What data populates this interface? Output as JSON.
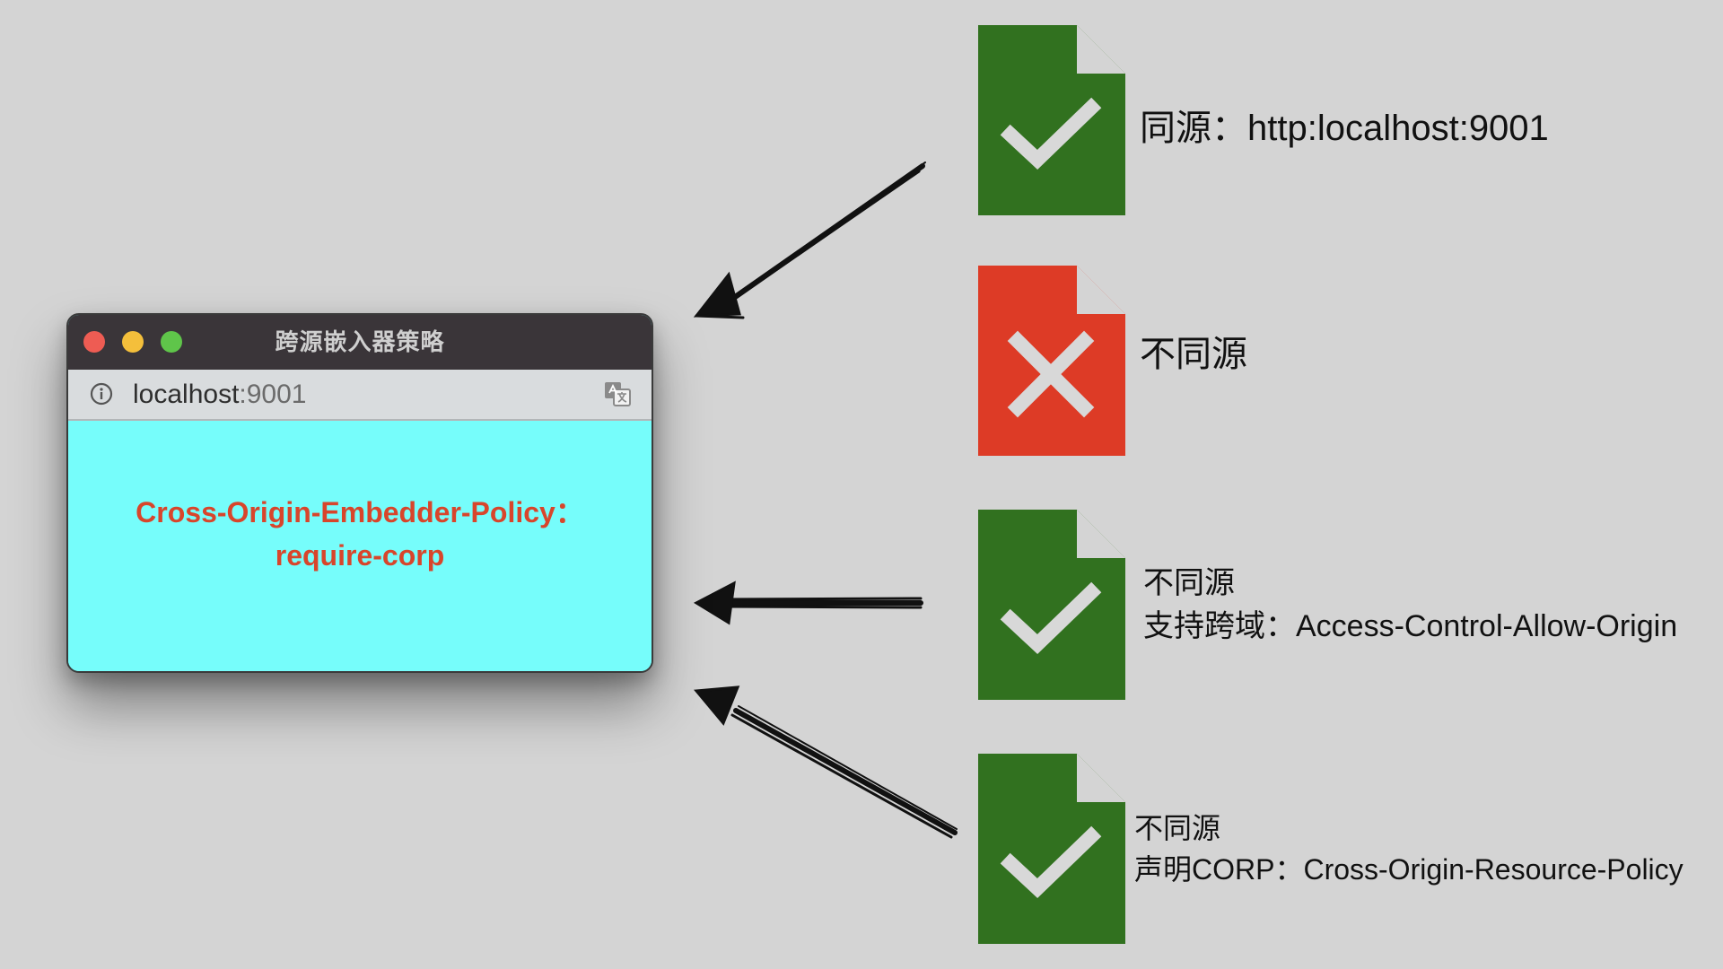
{
  "window": {
    "title": "跨源嵌入器策略",
    "url_host": "localhost",
    "url_port": ":9001",
    "policy_line1": "Cross-Origin-Embedder-Policy：",
    "policy_line2": "require-corp"
  },
  "resources": [
    {
      "status": "allowed",
      "icon": "check-icon",
      "color": "#31711f",
      "lines": [
        "同源：http:localhost:9001"
      ]
    },
    {
      "status": "blocked",
      "icon": "cross-icon",
      "color": "#dd3b26",
      "lines": [
        "不同源"
      ]
    },
    {
      "status": "allowed",
      "icon": "check-icon",
      "color": "#31711f",
      "lines": [
        "不同源",
        "支持跨域：Access-Control-Allow-Origin"
      ]
    },
    {
      "status": "allowed",
      "icon": "check-icon",
      "color": "#31711f",
      "lines": [
        "不同源",
        "声明CORP：Cross-Origin-Resource-Policy"
      ]
    }
  ],
  "colors": {
    "background": "#d4d4d4",
    "content_bg": "#76fdfb",
    "policy_text": "#d8452b",
    "allowed": "#31711f",
    "blocked": "#dd3b26"
  }
}
